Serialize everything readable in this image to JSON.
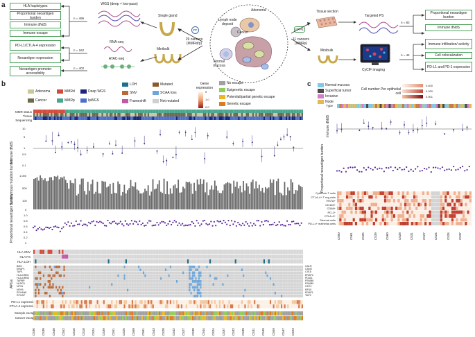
{
  "panels": {
    "a": "a",
    "b": "b",
    "c": "c"
  },
  "a": {
    "left_boxes": [
      "HLA haplotypes",
      "Proportional neoantigen burden",
      "Immune dNdS",
      "Immune escape",
      "PD-L1/CTLA-4 expression",
      "Neoantigen expression",
      "Neoantigen promoter accessibility"
    ],
    "n_labels": [
      "n = 495",
      "n = 162",
      "n = 402"
    ],
    "assays": [
      "WGS (deep + low-pass)",
      "RNA-seq",
      "ATAC-seq"
    ],
    "single_gland": "Single gland",
    "minibulk_left": "Minibulk",
    "ff": "FF",
    "cancers_left": "29 cancers (MMRd/p)",
    "ffpe": "FFPE",
    "cancers_right": "11 cancers (MMRp)",
    "lymph": "Lymph node deposit",
    "adenoma": "Adenoma",
    "cancer": "Cancer",
    "normal": "Normal mucosa",
    "tissue_section": "Tissue section",
    "minibulk_right": "Minibulk",
    "targeted_ps": "Targeted PS",
    "cycif": "CyCIF imaging",
    "n_right": [
      "n = 82",
      "n = 44"
    ],
    "right_boxes": [
      "Proportional neoantigen burden",
      "Immune dNdS",
      "Immune infiltration/ activity",
      "Cell colocalization",
      "PD-L1 and PD-1 expression"
    ]
  },
  "b": {
    "legend1": [
      {
        "label": "Adenoma",
        "color": "#c9c89a"
      },
      {
        "label": "Cancer",
        "color": "#6e6a4a"
      },
      {
        "label": "MMRd",
        "color": "#d24b3c"
      },
      {
        "label": "MMRp",
        "color": "#4aa58f"
      },
      {
        "label": "Deep WGS",
        "color": "#1a237e"
      },
      {
        "label": "lpWGS",
        "color": "#4a6fd0"
      }
    ],
    "legend2": [
      {
        "label": "LOH",
        "color": "#1f6f8b"
      },
      {
        "label": "SNV",
        "color": "#b86a3a"
      },
      {
        "label": "Frameshift",
        "color": "#c05aa8"
      },
      {
        "label": "Mutated",
        "color": "#8a5a2a"
      },
      {
        "label": "SCAA loss",
        "color": "#6fa6d8"
      },
      {
        "label": "Not mutated",
        "color": "#d0d0d0"
      }
    ],
    "gene_expr_title": "Gene expression",
    "gene_expr_ticks": [
      "0",
      "1.0",
      "2.0"
    ],
    "legend3": [
      {
        "label": "No escape",
        "color": "#a0a0a0"
      },
      {
        "label": "Epigenetic escape",
        "color": "#8fce58"
      },
      {
        "label": "Potential/partial genetic escape",
        "color": "#e8b828"
      },
      {
        "label": "Genetic escape",
        "color": "#e07a20"
      }
    ],
    "track_labels": [
      "MMR status",
      "Tissue",
      "Sequencing"
    ],
    "y_immune": "Immune dNdS",
    "y_immune_ticks": [
      "10",
      "5",
      "1",
      "0.5",
      "0.1"
    ],
    "y_syn": "Synonymous mutation burden",
    "y_syn_ticks": [
      "1,000",
      "500",
      "100",
      "0"
    ],
    "y_neo": "Proportional neoantigen burden",
    "y_neo_ticks": [
      "1.0",
      "0.8",
      "0.6",
      "0.4",
      "0.2",
      "0"
    ],
    "hla_labels": [
      "HLA SNV",
      "HLA FS",
      "HLA LOH"
    ],
    "apg_label": "APGs",
    "apg_left": [
      "B2M",
      "ERAP1",
      "TAP1",
      "HLA-DRB1",
      "HLA-DRB5",
      "TAPBP",
      "NLRC5",
      "NFYA",
      "NFYB",
      "RFXANK",
      "RFXAP"
    ],
    "apg_right": [
      "CALR",
      "CANX",
      "CIITA",
      "ERAP2",
      "PDIA3",
      "PSMB8",
      "PSMB9",
      "CD74",
      "RFX5",
      "ERAP1",
      "TAP2"
    ],
    "expr_labels": [
      "PD-L1 expression",
      "CTLA-4 expression"
    ],
    "escape_labels": [
      "Sample escape",
      "Cancer escape"
    ],
    "cases": [
      "C536",
      "C530",
      "C548",
      "C552",
      "C516",
      "C518",
      "C524",
      "C539",
      "C551",
      "C525",
      "C560",
      "C561",
      "C543",
      "C528",
      "C542",
      "C527",
      "C538",
      "C544",
      "C524",
      "C537",
      "C532",
      "C530",
      "C531",
      "C549",
      "C559",
      "C547",
      "C523"
    ]
  },
  "c": {
    "legend": [
      {
        "label": "Normal mucosa",
        "color": "#7fc8e8"
      },
      {
        "label": "Superficial tumor",
        "color": "#4a4a4a"
      },
      {
        "label": "Invasive",
        "color": "#d080c8"
      },
      {
        "label": "Node",
        "color": "#e8b850"
      }
    ],
    "scale_title": "Cell number Per epithelial cell",
    "scale_ticks": [
      "0.400",
      "0.020",
      "0.001"
    ],
    "type_label": "Type",
    "y_immune": "Immune dNdS",
    "y_neo": "Proportional neoantigen burden",
    "row_labels": [
      "Cytotoxic T cells",
      "CTLA-4+ T reg cells",
      "VISTA+",
      "CD163+",
      "CD68+",
      "PD-1+",
      "CTLA-4+",
      "Stromal cells",
      "PD-L1+ epithelial cells"
    ],
    "cases": [
      "C550",
      "C561",
      "C525",
      "C539",
      "C560",
      "C528",
      "C531",
      "C527",
      "C524",
      "C526",
      "C537"
    ]
  }
}
